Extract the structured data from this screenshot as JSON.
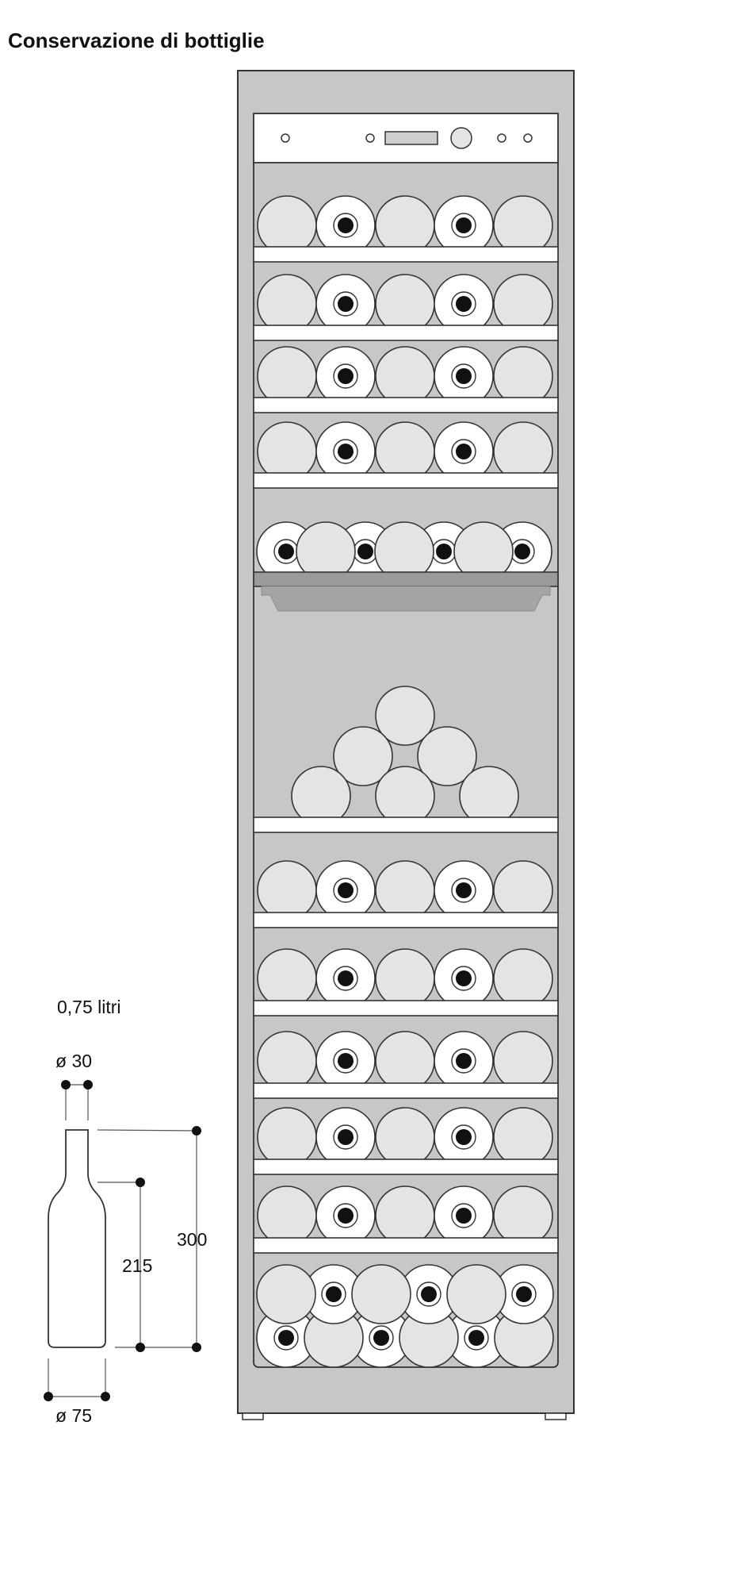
{
  "page": {
    "title": "Conservazione di bottiglie"
  },
  "bottle_dimensions": {
    "volume_label": "0,75 litri",
    "neck_diameter_label": "ø 30",
    "body_diameter_label": "ø 75",
    "shoulder_height_label": "215",
    "total_height_label": "300"
  },
  "colors": {
    "cabinet": "#c7c7c7",
    "cabinet_outline": "#333333",
    "bottle_fill": "#e4e4e4",
    "bottle_face": "#ffffff",
    "shelf": "#ffffff",
    "tray": "#9a9a9a",
    "panel_display": "#cfcfcf"
  },
  "icons": {
    "control_panel": "control-panel-icon",
    "bottle_profile": "wine-bottle-icon"
  }
}
